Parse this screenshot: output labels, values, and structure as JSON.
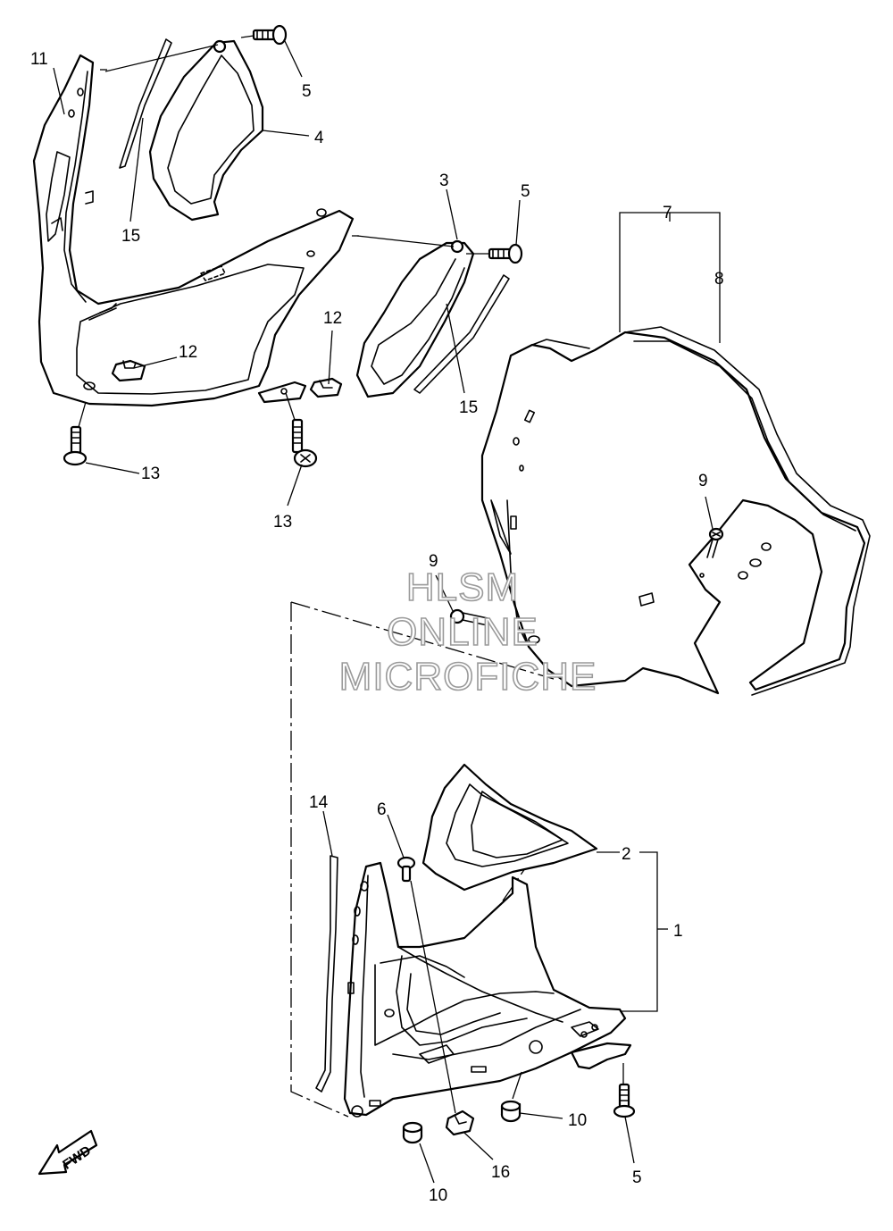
{
  "callouts": {
    "c1": "1",
    "c2": "2",
    "c3": "3",
    "c4": "4",
    "c5": "5",
    "c6": "6",
    "c7": "7",
    "c8": "8",
    "c9": "9",
    "c10": "10",
    "c11": "11",
    "c12": "12",
    "c13": "13",
    "c14": "14",
    "c15": "15",
    "c16": "16"
  },
  "watermark": {
    "line1": "HLSM",
    "line2": "ONLINE",
    "line3": "MICROFICHE"
  },
  "direction_badge": "FWD"
}
